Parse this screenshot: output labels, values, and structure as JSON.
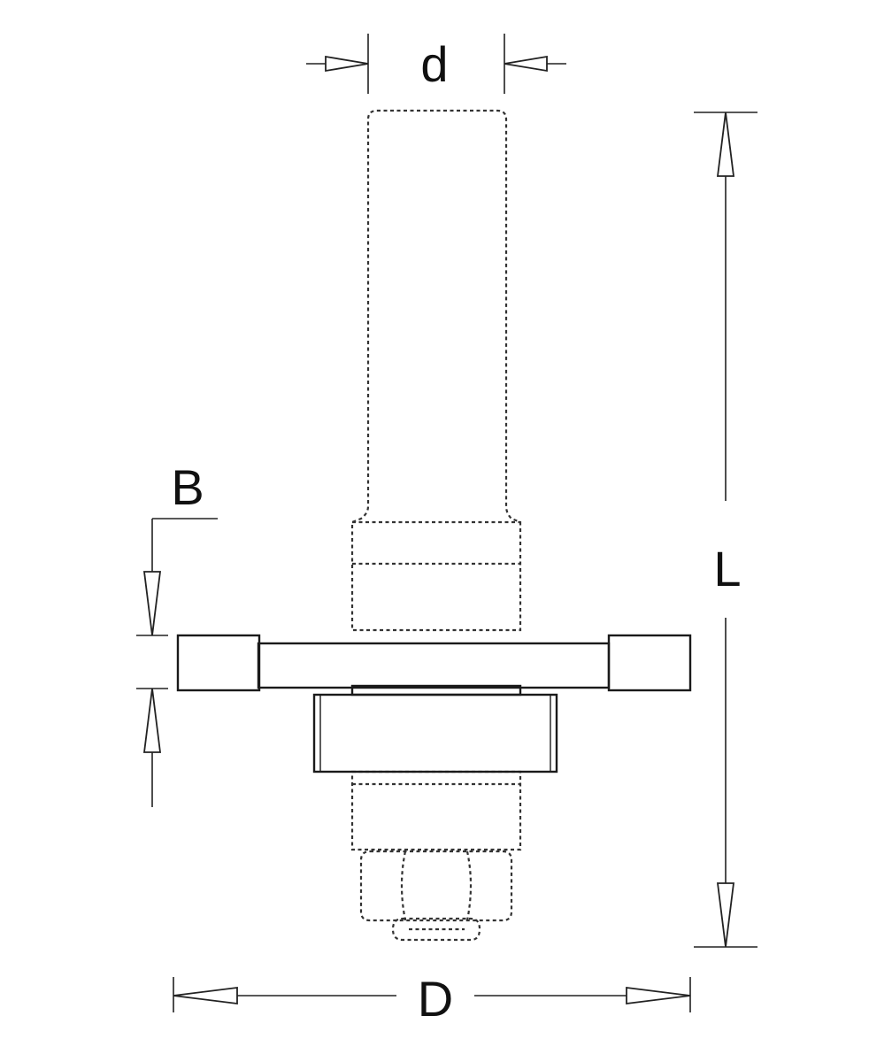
{
  "dimensions": {
    "shank_diameter_label": "d",
    "cutting_height_label": "B",
    "total_length_label": "L",
    "cutting_diameter_label": "D"
  },
  "colors": {
    "line": "#222222",
    "steel_dark": "#3c3c3c",
    "steel_mid": "#8a8a8a",
    "steel_light": "#ededed",
    "carbide_light": "#f2f2f2"
  }
}
